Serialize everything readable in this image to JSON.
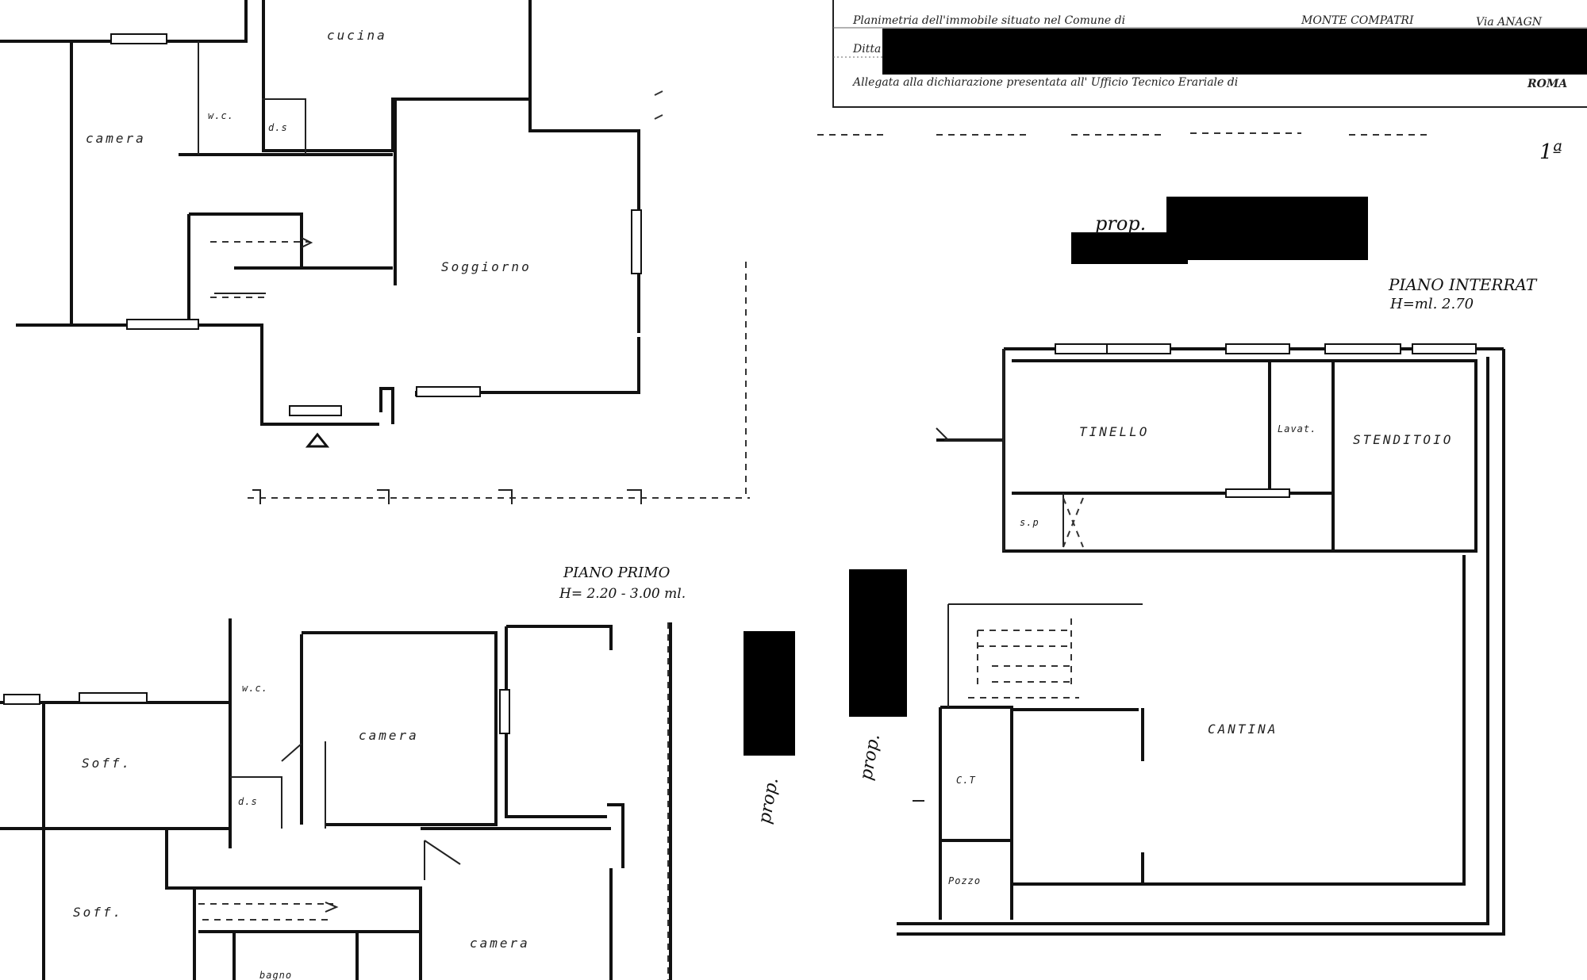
{
  "header": {
    "line1_prefix": "Planimetria dell'immobile situato nel Comune di",
    "line1_comune": "MONTE COMPATRI",
    "line1_via": "Via ANAGN",
    "line2_prefix": "Ditta",
    "line3_prefix": "Allegata alla dichiarazione presentata all' Ufficio Tecnico Erariale di",
    "line3_city": "ROMA",
    "sheet": "1ª"
  },
  "labels": {
    "prop_top": "prop.",
    "prop_left": "prop.",
    "prop_mid": "prop.",
    "primo_title": "PIANO PRIMO",
    "primo_height": "H= 2.20 - 3.00 ml.",
    "interrato_title": "PIANO INTERRAT",
    "interrato_height": "H=ml. 2.70"
  },
  "rooms_ground": {
    "cucina": "cucina",
    "camera": "camera",
    "wc": "w.c.",
    "ds": "d.s",
    "soggiorno": "Soggiorno"
  },
  "rooms_primo": {
    "wc": "w.c.",
    "camera1": "camera",
    "soff1": "Soff.",
    "ds": "d.s",
    "soff2": "Soff.",
    "camera2": "camera",
    "bagno": "bagno"
  },
  "rooms_interrato": {
    "tinello": "TINELLO",
    "lavat": "Lavat.",
    "stenditoio": "STENDITOIO",
    "sp": "s.p",
    "cantina": "CANTINA",
    "ct": "C.T",
    "pozzo": "Pozzo"
  },
  "colors": {
    "ink": "#111111",
    "paper": "#ffffff",
    "redaction": "#000000"
  }
}
